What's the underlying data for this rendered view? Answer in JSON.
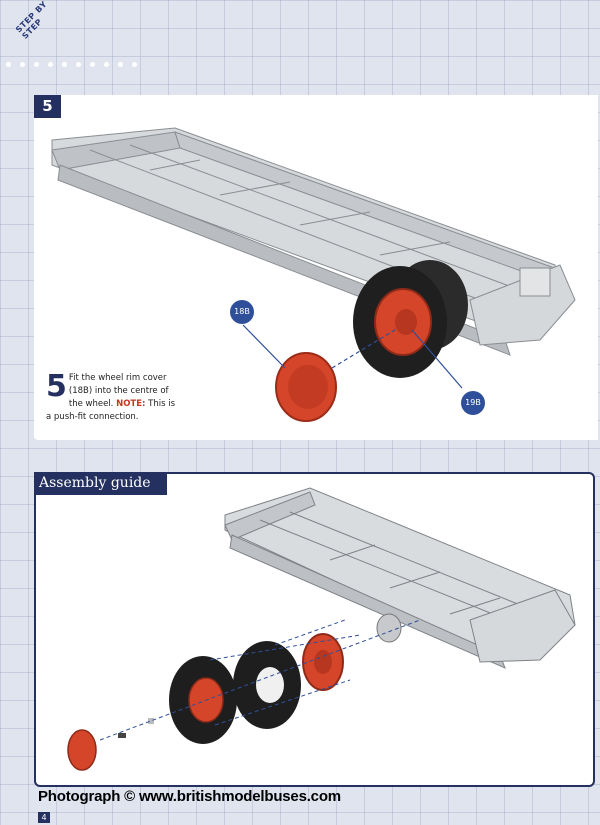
{
  "header": {
    "section_line1": "STEP BY",
    "section_line2": "STEP"
  },
  "step": {
    "number": "5",
    "instruction_number": "5",
    "instruction_text_1": "Fit the wheel rim cover (18B) into the centre of the wheel.",
    "note_label": "NOTE:",
    "note_text": "This is a push-fit connection."
  },
  "labels": {
    "rim_cover": "18B",
    "wheel": "19B"
  },
  "assembly": {
    "title": "Assembly guide"
  },
  "footer": {
    "credit": "Photograph © www.britishmodelbuses.com",
    "page_number": "4"
  },
  "colors": {
    "navy": "#243060",
    "label_blue": "#2f4f9a",
    "rim_red": "#d4452a",
    "chassis_grey": "#c9ccd0",
    "note_red": "#c8361d"
  }
}
